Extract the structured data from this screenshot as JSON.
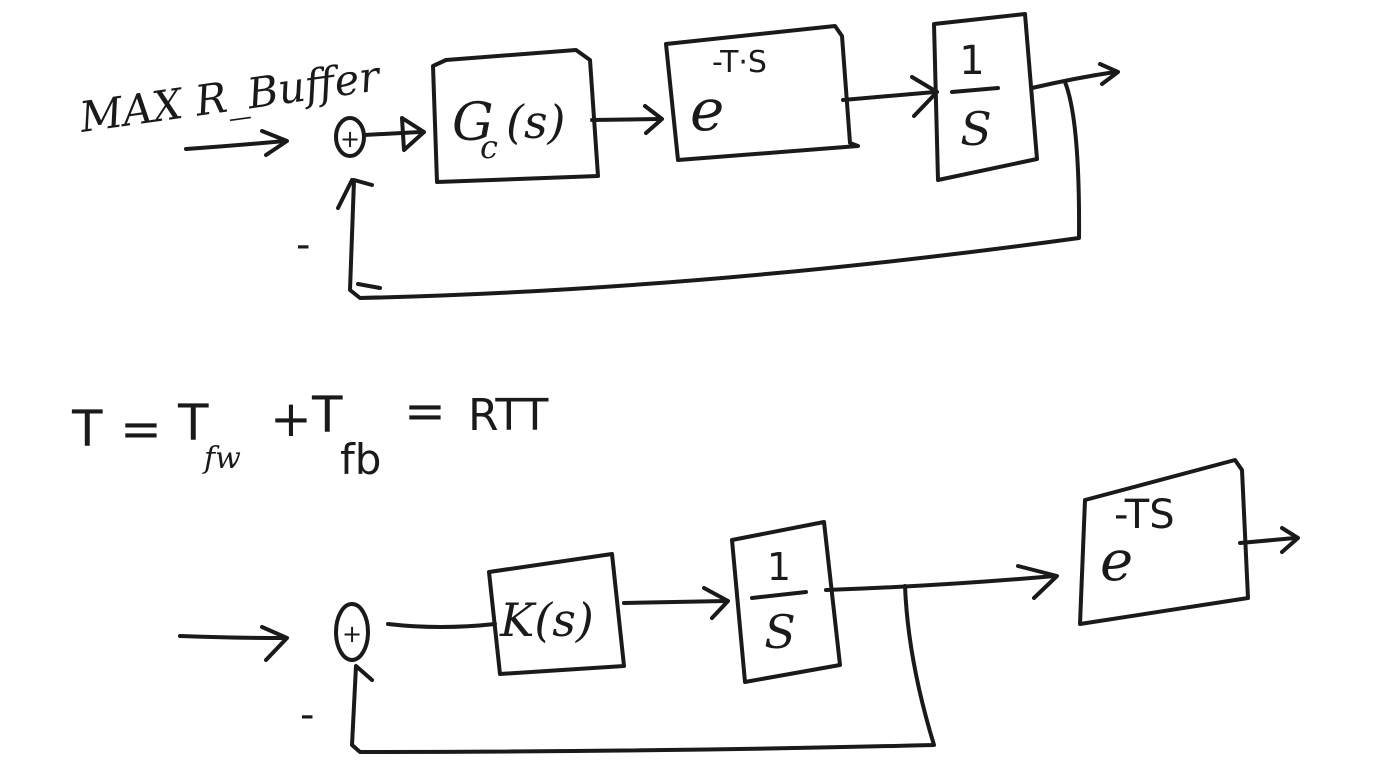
{
  "diagram1": {
    "input_label": "MAX R_Buffer",
    "summing_sign": "+",
    "feedback_sign": "-",
    "controller": {
      "main": "G",
      "sub": "c",
      "arg": "(s)"
    },
    "delay": {
      "base": "e",
      "exponent": "-T·S"
    },
    "integrator": {
      "num": "1",
      "den": "S"
    }
  },
  "equation": {
    "lhs": "T",
    "eq1": "=",
    "t1": "T",
    "t1_sub": "fw",
    "plus": "+",
    "t2": "T",
    "t2_sub": "fb",
    "eq2": "=",
    "rhs": "RTT"
  },
  "diagram2": {
    "summing_sign": "+",
    "feedback_sign": "-",
    "controller": "K(s)",
    "integrator": {
      "num": "1",
      "den": "S"
    },
    "delay": {
      "base": "e",
      "exponent": "-TS"
    }
  }
}
